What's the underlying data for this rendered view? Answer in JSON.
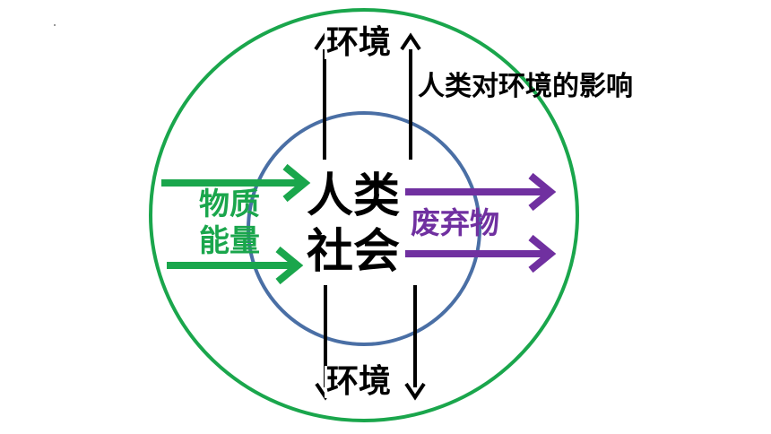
{
  "diagram": {
    "environment_top_label": "环境",
    "environment_bottom_label": "环境",
    "impact_label": "人类对环境的影响",
    "center_line1": "人类",
    "center_line2": "社会",
    "input_line1": "物质",
    "input_line2": "能量",
    "output_label": "废弃物"
  },
  "colors": {
    "outer_ring": "#1aa64c",
    "inner_ring": "#4a6fa5",
    "input_arrows": "#1aa64c",
    "output_arrows": "#7030a0",
    "vertical_arrows": "#000000"
  }
}
